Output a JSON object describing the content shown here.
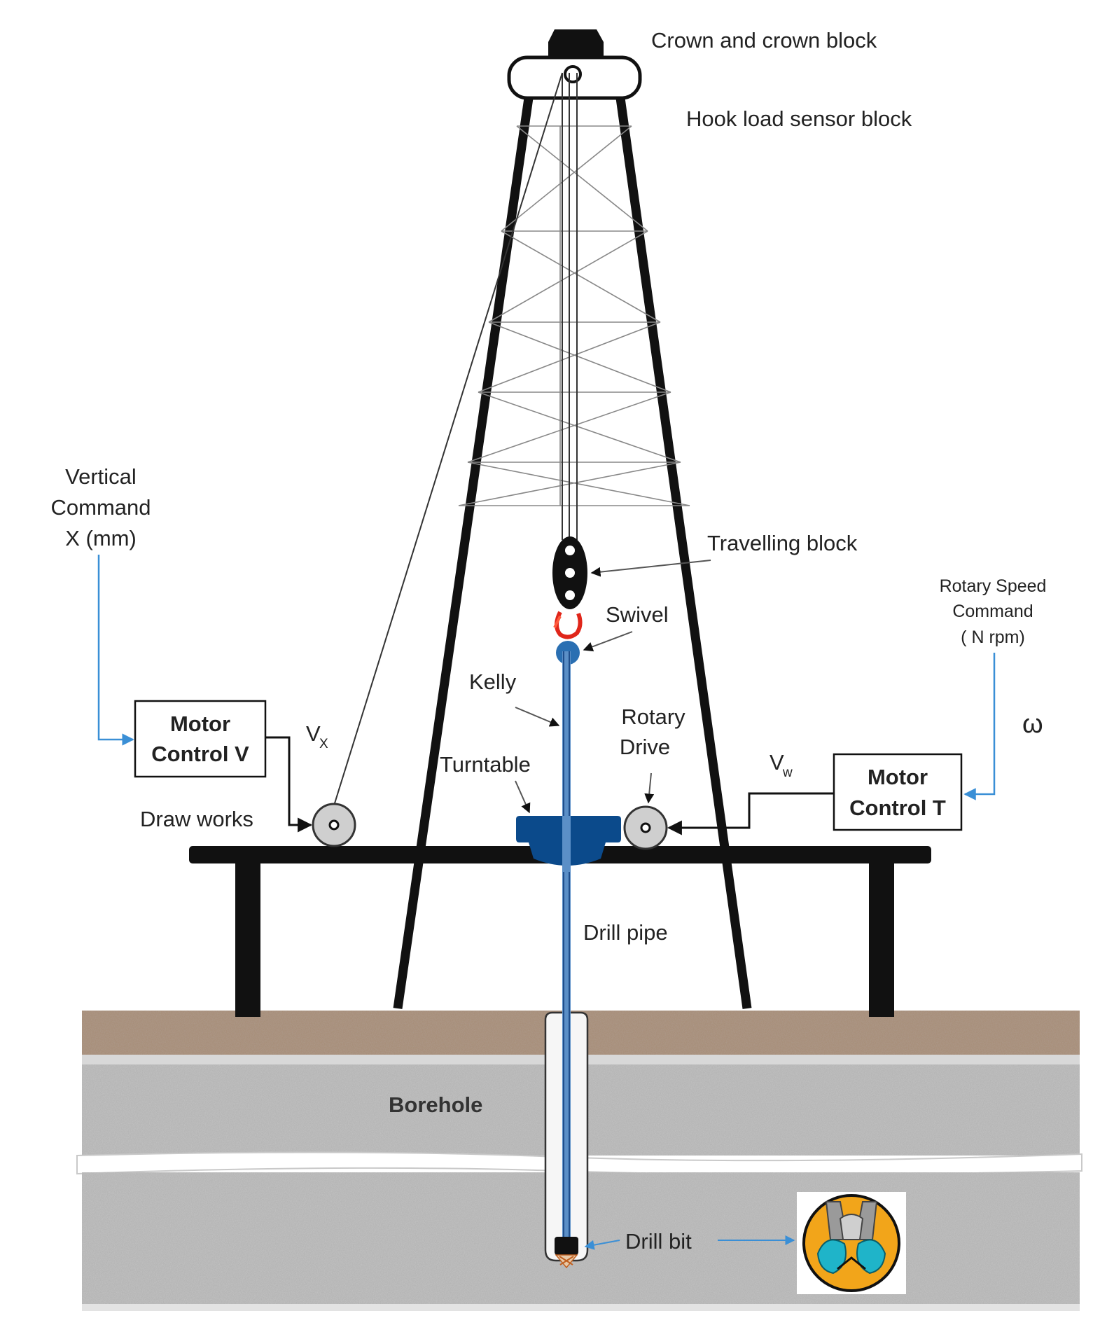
{
  "labels": {
    "crown": "Crown and crown block",
    "hook_load": "Hook load sensor block",
    "vertical_command": [
      "Vertical",
      "Command",
      "X (mm)"
    ],
    "travelling_block": "Travelling block",
    "rotary_speed_command": [
      "Rotary Speed",
      "Command",
      "( N rpm)"
    ],
    "swivel": "Swivel",
    "kelly": "Kelly",
    "rotary_drive": [
      "Rotary",
      "Drive"
    ],
    "omega": "ω",
    "vx": {
      "base": "V",
      "sub": "X"
    },
    "vw": {
      "base": "V",
      "sub": "w"
    },
    "turntable": "Turntable",
    "draw_works": "Draw works",
    "drill_pipe": "Drill pipe",
    "borehole": "Borehole",
    "drill_bit": "Drill bit"
  },
  "motor_control_v": [
    "Motor",
    "Control V"
  ],
  "motor_control_t": [
    "Motor",
    "Control T"
  ],
  "colors": {
    "pipe": "#5b8fc7",
    "pipe_dark": "#1f4e8c",
    "turntable": "#0b4a8b",
    "signal_line": "#3a8fd6",
    "swivel_hook": "#e0261a",
    "soil_top": "#a88f7a",
    "rock": "#b5b5b5",
    "bit_circle": "#f2a51a",
    "bit_teeth": "#1fb4c9"
  }
}
